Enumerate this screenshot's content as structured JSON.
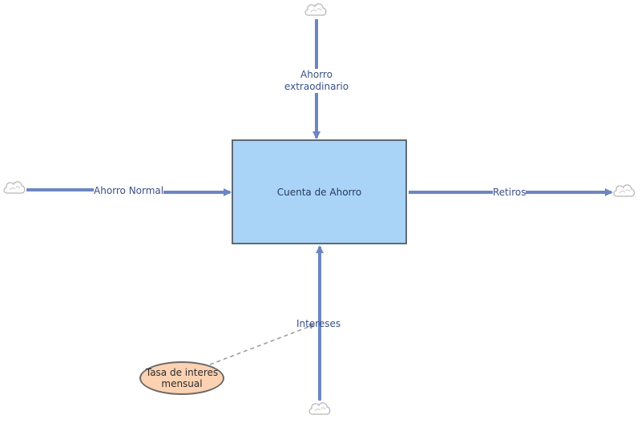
{
  "stock": {
    "label": "Cuenta de Ahorro"
  },
  "flows": {
    "extra_line1": "Ahorro",
    "extra_line2": "extraodinario",
    "normal": "Ahorro Normal",
    "retiros": "Retiros",
    "intereses": "Intereses"
  },
  "auxiliary": {
    "line1": "Tasa de interes",
    "line2": "mensual"
  },
  "icons": {
    "source_sink": "cloud-icon"
  },
  "colors": {
    "flow": "#6b86c2",
    "stock_fill": "#a9d4f7",
    "stock_border": "#5d6a75",
    "aux_fill": "#fcd2b2",
    "label_text": "#3a4f86",
    "connector": "#9a9a9a"
  }
}
